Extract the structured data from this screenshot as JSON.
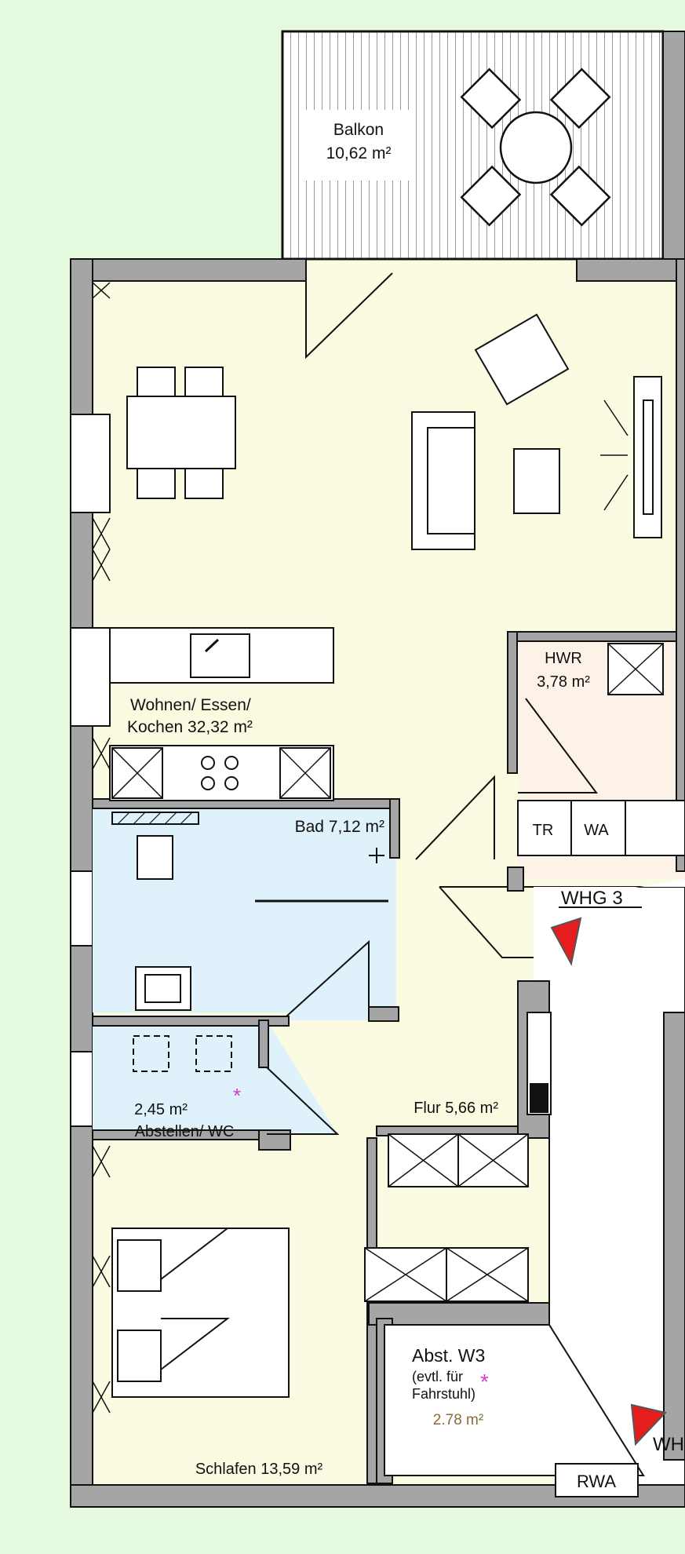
{
  "rooms": {
    "balkon": {
      "name": "Balkon",
      "area": "10,62 m²"
    },
    "wohnen": {
      "name_line1": "Wohnen/ Essen/",
      "name_line2": "Kochen 32,32 m²"
    },
    "hwr": {
      "name": "HWR",
      "area": "3,78 m²"
    },
    "bad": {
      "label": "Bad 7,12 m²"
    },
    "abstellen_wc": {
      "area": "2,45 m²",
      "name": "Abstellen/ WC"
    },
    "flur": {
      "label": "Flur 5,66 m²"
    },
    "schlafen": {
      "label": "Schlafen 13,59 m²"
    },
    "abst_w3": {
      "name": "Abst. W3",
      "note_line1": "(evtl. für",
      "note_line2": "Fahrstuhl)",
      "area": "2.78 m²"
    }
  },
  "appliances": {
    "tr": "TR",
    "wa": "WA"
  },
  "markers": {
    "whg3": "WHG 3",
    "whg_partial": "WH",
    "rwa": "RWA",
    "asterisk": "*"
  },
  "colors": {
    "background": "#e6fae0",
    "living": "#fbfbe2",
    "bath": "#dff1fa",
    "wall": "#a5a5a5",
    "arrow": "#e41e1e",
    "asterisk": "#d63cc8",
    "area_accent": "#8a6a3a"
  }
}
